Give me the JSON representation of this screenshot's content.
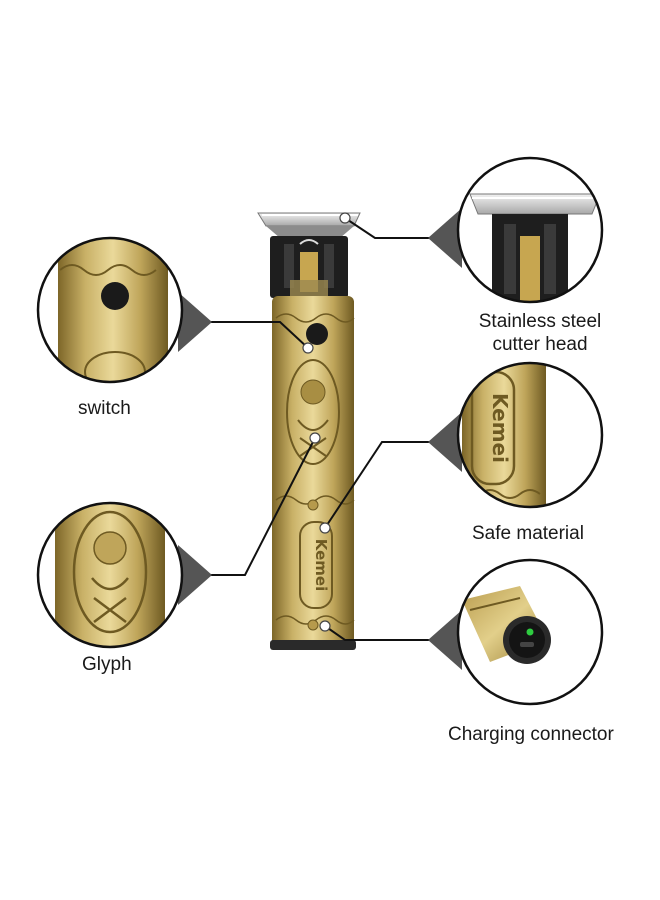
{
  "product": {
    "brand_text": "Kemei"
  },
  "callouts": {
    "switch": {
      "label": "switch"
    },
    "glyph": {
      "label": "Glyph"
    },
    "cutter_head": {
      "label_line1": "Stainless steel",
      "label_line2": "cutter head"
    },
    "safe_material": {
      "label": "Safe material"
    },
    "charging": {
      "label": "Charging connector"
    }
  },
  "colors": {
    "gold_light": "#e2cf8a",
    "gold_mid": "#bfa55a",
    "gold_dark": "#7d6628",
    "outline": "#111111",
    "blade": "#d9d9d9"
  }
}
